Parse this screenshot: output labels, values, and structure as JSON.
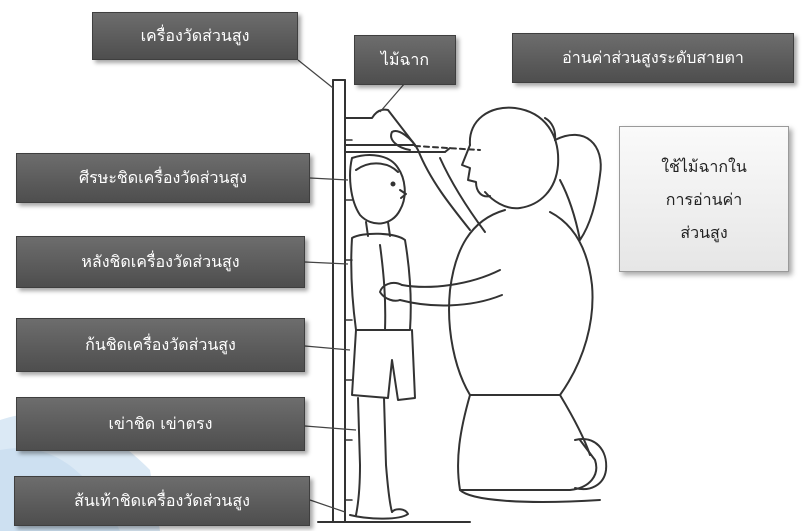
{
  "labels": {
    "height_meter": "เครื่องวัดส่วนสูง",
    "head_board": "ไม้ฉาก",
    "eye_level": "อ่านค่าส่วนสูงระดับสายตา",
    "head_touch": "ศีรษะชิดเครื่องวัดส่วนสูง",
    "back_touch": "หลังชิดเครื่องวัดส่วนสูง",
    "buttocks_touch": "ก้นชิดเครื่องวัดส่วนสูง",
    "knees": "เข่าชิด เข่าตรง",
    "heels_touch": "ส้นเท้าชิดเครื่องวัดส่วนสูง"
  },
  "callout": {
    "line1": "ใช้ไม้ฉากใน",
    "line2": "การอ่านค่า",
    "line3": "ส่วนสูง"
  },
  "colors": {
    "label_bg": "#5a5a5a",
    "label_text": "#ffffff",
    "line_art": "#333333"
  }
}
